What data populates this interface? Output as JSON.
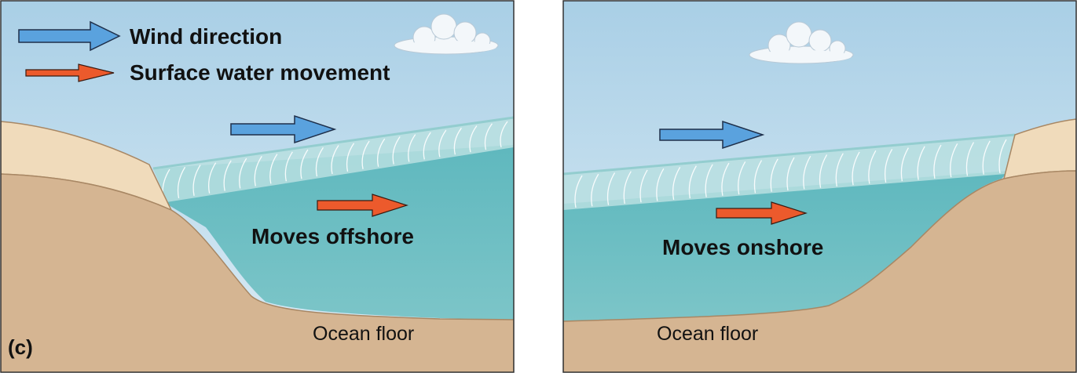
{
  "figure_label": "(c)",
  "legend": {
    "wind": "Wind direction",
    "surface": "Surface water movement"
  },
  "panels": [
    {
      "movement": "Moves offshore",
      "floor": "Ocean floor"
    },
    {
      "movement": "Moves onshore",
      "floor": "Ocean floor"
    }
  ],
  "colors": {
    "sky_top": "#a9cfe6",
    "sky_bottom": "#dcecf5",
    "water": "#6dbfc4",
    "surface_layer": "#b9dfe0",
    "land": "#d5b592",
    "land_edge": "#a88764",
    "cliff": "#f0dbbb",
    "wind_arrow": "#5aa2de",
    "surface_arrow": "#ec5a2c"
  }
}
